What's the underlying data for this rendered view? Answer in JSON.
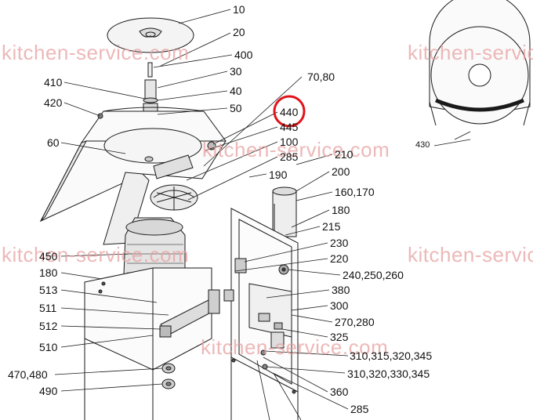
{
  "watermark_text": "kitchen-service.com",
  "highlight_color": "#e0141a",
  "labels": {
    "l10": "10",
    "l20": "20",
    "l400": "400",
    "l30": "30",
    "l40": "40",
    "l50": "50",
    "l410": "410",
    "l420": "420",
    "l7080": "70,80",
    "l440": "440",
    "l445": "445",
    "l60": "60",
    "l100": "100",
    "l285a": "285",
    "l210": "210",
    "l190": "190",
    "l200": "200",
    "l160170": "160,170",
    "l180a": "180",
    "l215": "215",
    "l230": "230",
    "l220": "220",
    "l450": "450",
    "l180b": "180",
    "l240": "240,250,260",
    "l513": "513",
    "l380": "380",
    "l511": "511",
    "l300": "300",
    "l512": "512",
    "l270": "270,280",
    "l325": "325",
    "l510": "510",
    "l310a": "310,315,320,345",
    "l470": "470,480",
    "l310b": "310,320,330,345",
    "l490": "490",
    "l360": "360",
    "l285b": "285",
    "l430": "430"
  }
}
